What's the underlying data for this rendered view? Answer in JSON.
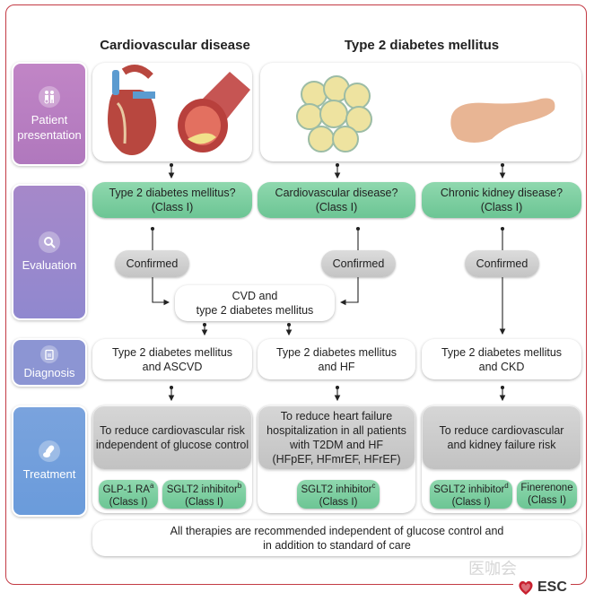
{
  "columns": {
    "cvd_title": "Cardiovascular disease",
    "t2dm_title": "Type 2 diabetes mellitus"
  },
  "sidebar": [
    {
      "label_1": "Patient",
      "label_2": "presentation",
      "icon": "patient-caregiver-icon",
      "color": "#b97fc1"
    },
    {
      "label_1": "Evaluation",
      "icon": "magnifier-icon",
      "color": "#9b86c9"
    },
    {
      "label_1": "Diagnosis",
      "icon": "clipboard-icon",
      "color": "#8a95d4"
    },
    {
      "label_1": "Treatment",
      "icon": "pills-icon",
      "color": "#6f9fdc"
    }
  ],
  "evaluation": [
    {
      "question": "Type 2 diabetes mellitus?",
      "class": "(Class I)",
      "result": "Confirmed"
    },
    {
      "question": "Cardiovascular disease?",
      "class": "(Class I)",
      "result": "Confirmed"
    },
    {
      "question": "Chronic kidney disease?",
      "class": "(Class I)",
      "result": "Confirmed"
    }
  ],
  "combined": {
    "line_1": "CVD and",
    "line_2": "type 2 diabetes mellitus"
  },
  "diagnosis": [
    {
      "line_1": "Type 2 diabetes mellitus",
      "line_2": "and ASCVD"
    },
    {
      "line_1": "Type 2 diabetes mellitus",
      "line_2": "and HF"
    },
    {
      "line_1": "Type 2 diabetes mellitus",
      "line_2": "and CKD"
    }
  ],
  "goals": [
    {
      "lines": [
        "To reduce cardiovascular risk",
        "independent of glucose control"
      ]
    },
    {
      "lines": [
        "To reduce heart failure",
        "hospitalization in all patients",
        "with T2DM and HF",
        "(HFpEF, HFmrEF, HFrEF)"
      ]
    },
    {
      "lines": [
        "To reduce cardiovascular",
        "and kidney failure risk"
      ]
    }
  ],
  "therapies": [
    {
      "name": "GLP-1 RA",
      "sup": "a",
      "class": "(Class I)"
    },
    {
      "name": "SGLT2 inhibitor",
      "sup": "b",
      "class": "(Class I)"
    },
    {
      "name": "SGLT2 inhibitor",
      "sup": "c",
      "class": "(Class I)"
    },
    {
      "name": "SGLT2 inhibitor",
      "sup": "d",
      "class": "(Class I)"
    },
    {
      "name": "Finerenone",
      "sup": "",
      "class": "(Class I)"
    }
  ],
  "footer": {
    "line_1": "All therapies are recommended independent of glucose control and",
    "line_2": "in addition to standard of care"
  },
  "brand": {
    "logo_text": "ESC",
    "watermark": "医咖会"
  },
  "colors": {
    "frame": "#c33a44",
    "green": "#79cb9c",
    "grey": "#cbcbcb"
  }
}
